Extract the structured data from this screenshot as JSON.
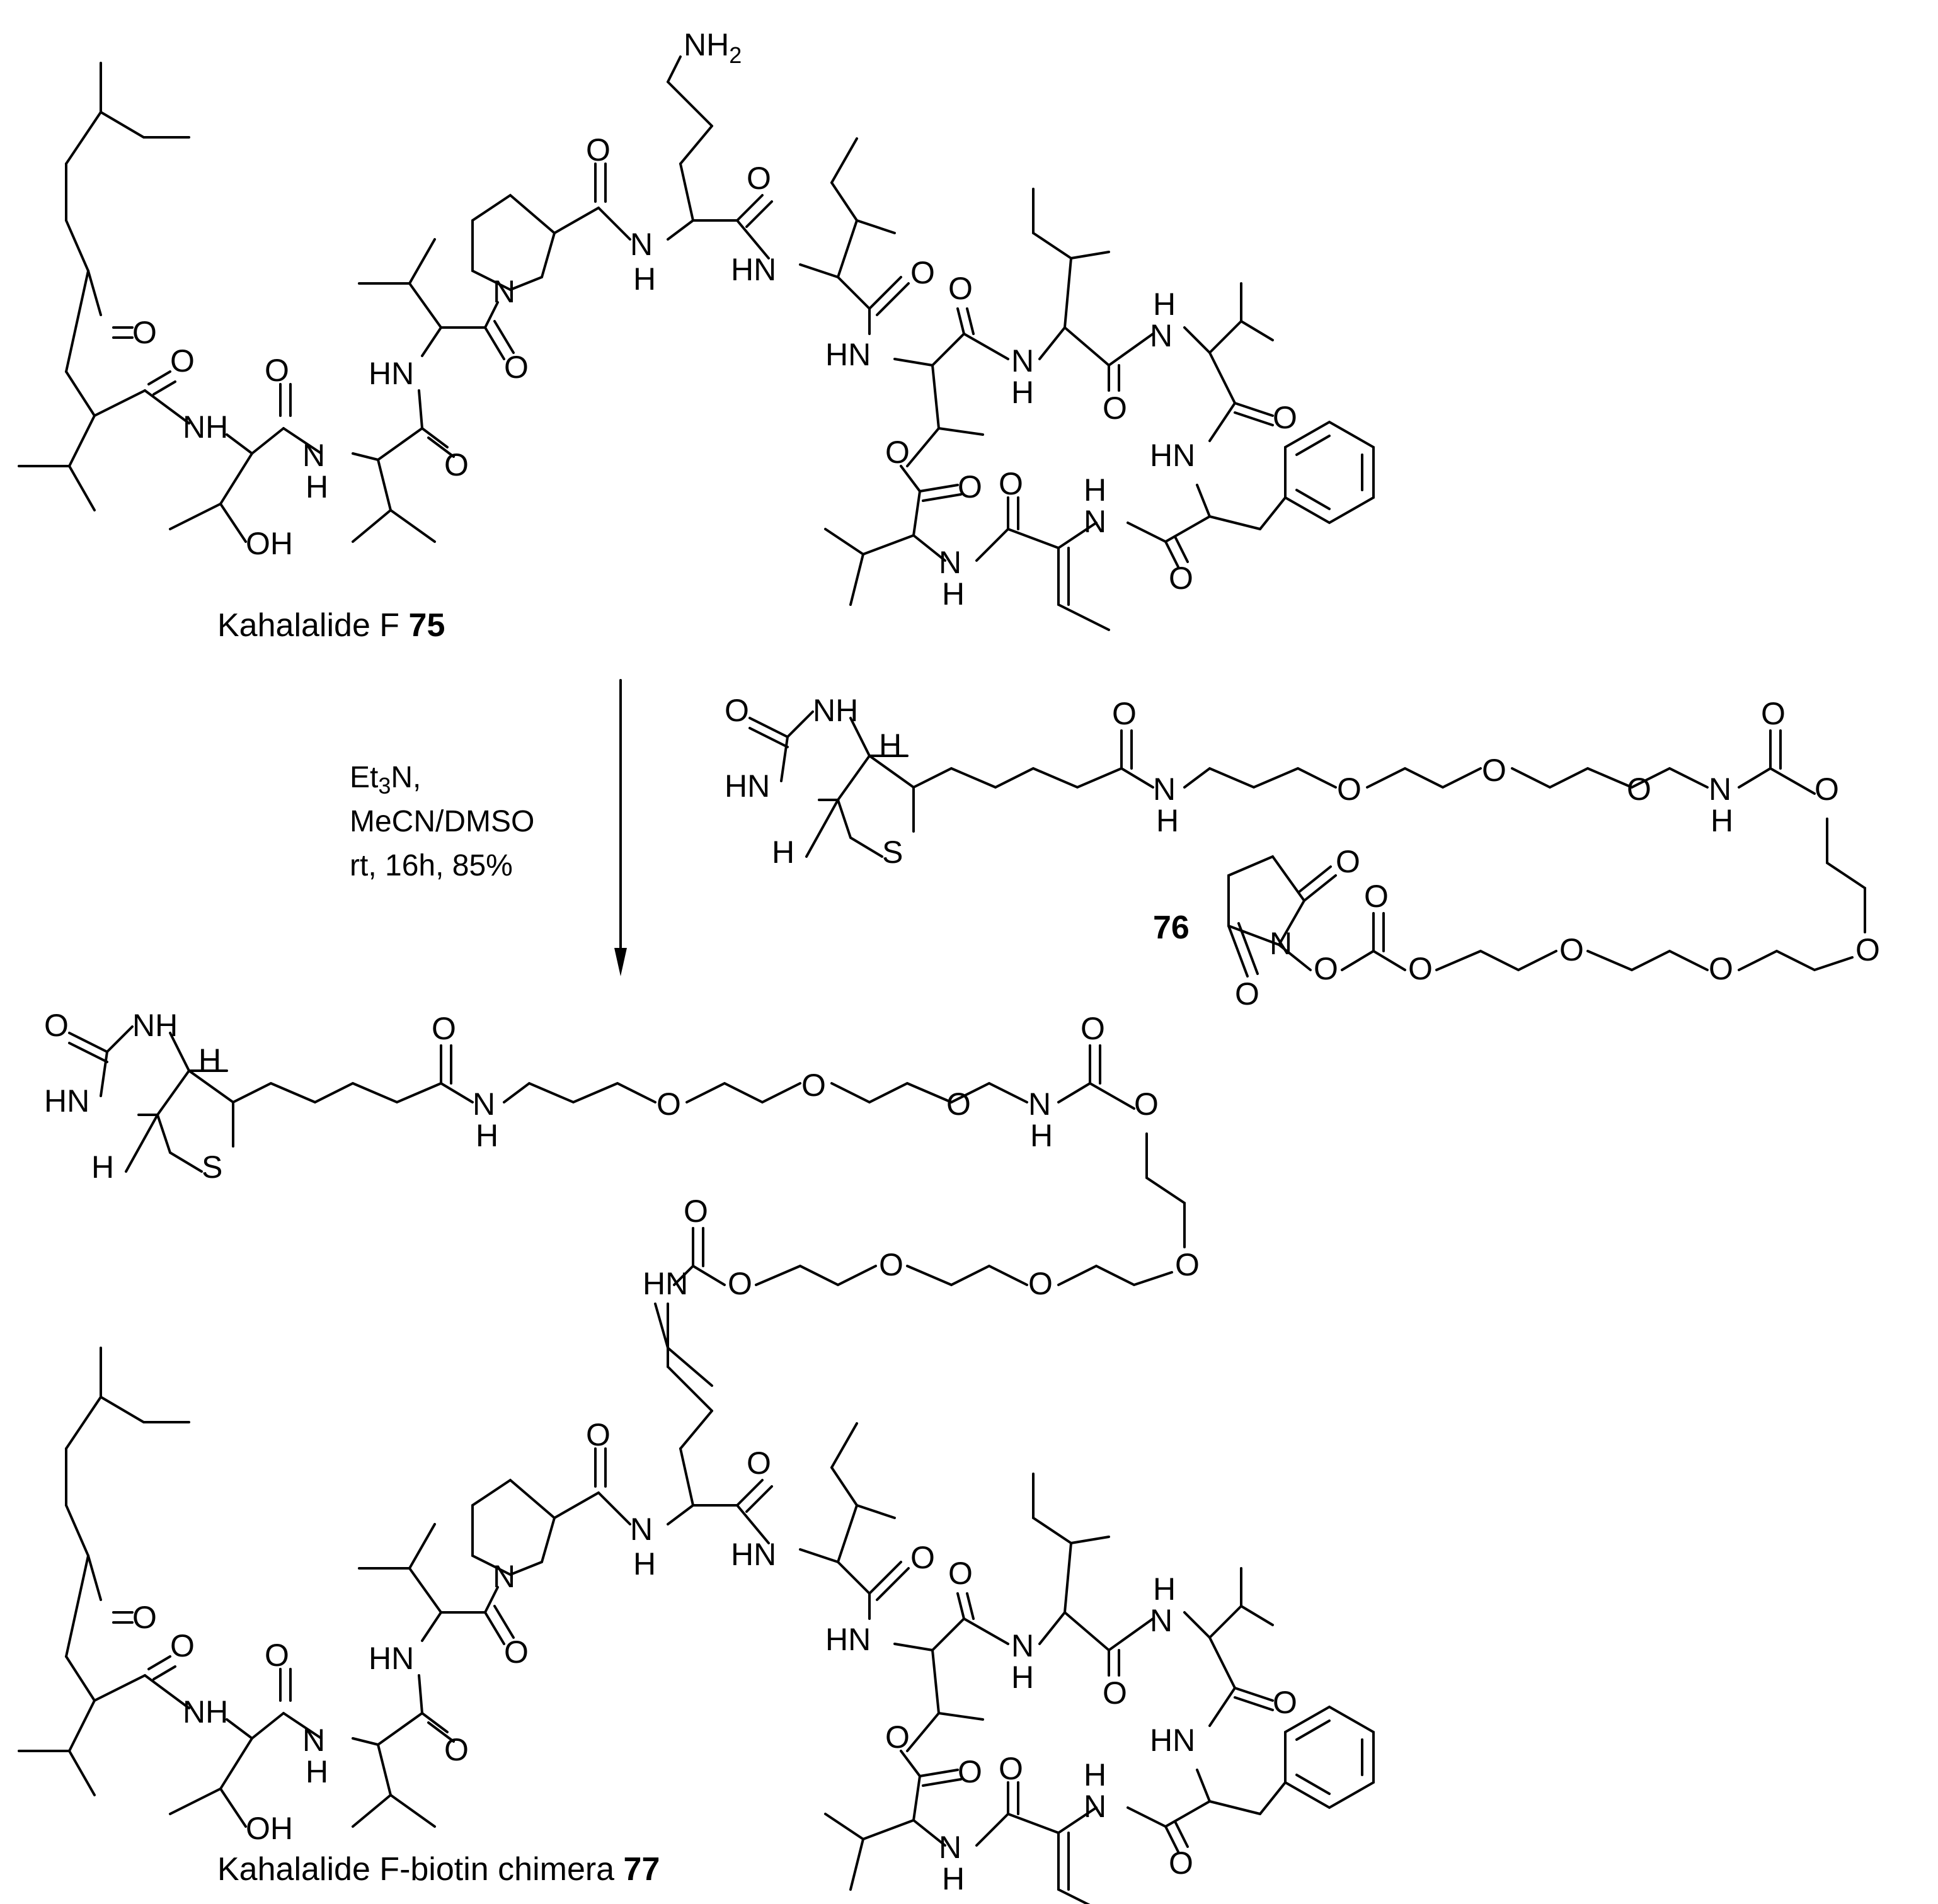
{
  "compounds": [
    {
      "name": "Kahalalide F",
      "number": "75"
    },
    {
      "name": "",
      "number": "76"
    },
    {
      "name": "Kahalalide F-biotin chimera",
      "number": "77"
    }
  ],
  "reaction": {
    "conditions": [
      "Et3N,",
      "MeCN/DMSO",
      "rt, 16h, 85%"
    ]
  },
  "atom_labels": {
    "nh2": "NH",
    "two": "2",
    "o": "O",
    "n": "N",
    "nh": "NH",
    "hn": "HN",
    "h": "H",
    "s": "S",
    "oh": "OH"
  }
}
